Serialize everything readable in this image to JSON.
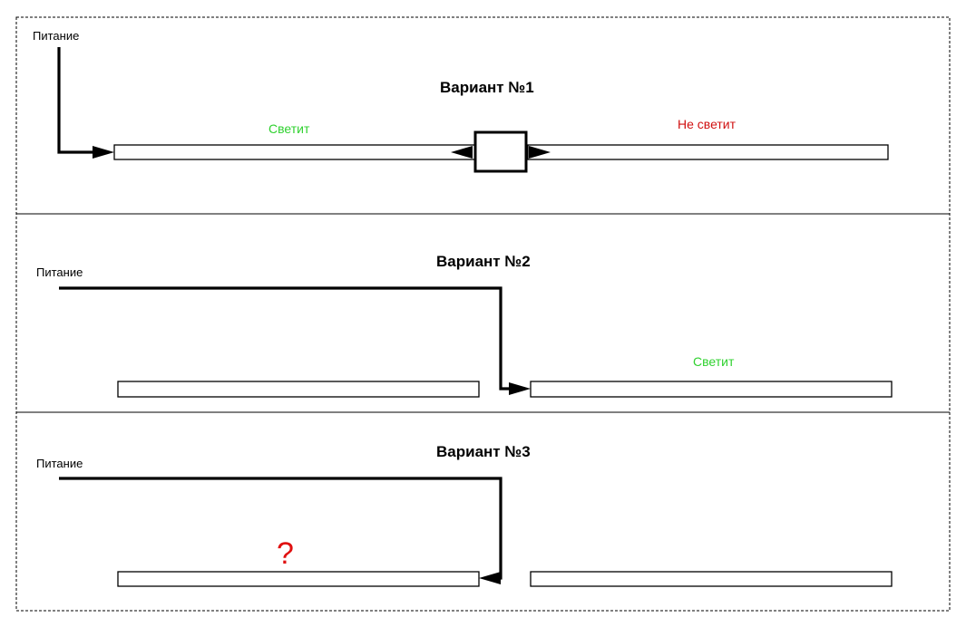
{
  "colors": {
    "glowing": "#2fd12f",
    "not_glowing": "#d01010",
    "question": "#e01010",
    "line": "#000000"
  },
  "variants": [
    {
      "title": "Вариант №1",
      "power_label": "Питание",
      "left_status": "Светит",
      "right_status": "Не светит",
      "connector": "box"
    },
    {
      "title": "Вариант №2",
      "power_label": "Питание",
      "right_status": "Светит"
    },
    {
      "title": "Вариант №3",
      "power_label": "Питание",
      "left_status": "?"
    }
  ]
}
